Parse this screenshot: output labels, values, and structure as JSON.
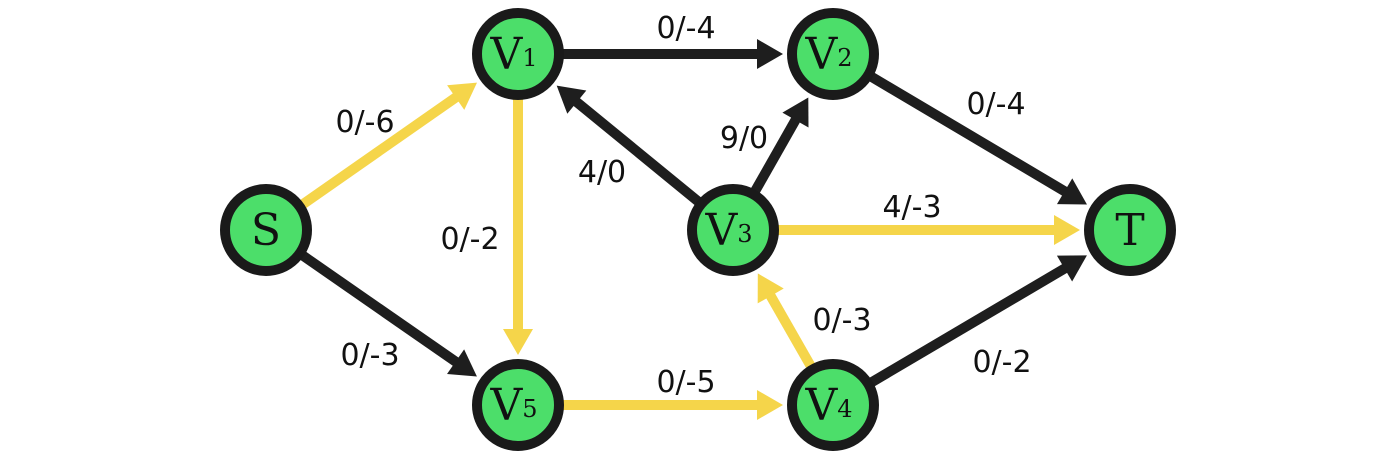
{
  "colors": {
    "node_fill": "#4cde6a",
    "node_stroke": "#1a1a1a",
    "edge_dark": "#1e1e1e",
    "edge_highlight": "#f5d54a"
  },
  "nodes": [
    {
      "id": "S",
      "main": "S",
      "sub": ""
    },
    {
      "id": "V1",
      "main": "V",
      "sub": "1"
    },
    {
      "id": "V2",
      "main": "V",
      "sub": "2"
    },
    {
      "id": "V3",
      "main": "V",
      "sub": "3"
    },
    {
      "id": "V4",
      "main": "V",
      "sub": "4"
    },
    {
      "id": "V5",
      "main": "V",
      "sub": "5"
    },
    {
      "id": "T",
      "main": "T",
      "sub": ""
    }
  ],
  "edges": [
    {
      "from": "S",
      "to": "V1",
      "label": "0/-6",
      "highlight": true
    },
    {
      "from": "S",
      "to": "V5",
      "label": "0/-3",
      "highlight": false
    },
    {
      "from": "V1",
      "to": "V2",
      "label": "0/-4",
      "highlight": false
    },
    {
      "from": "V1",
      "to": "V5",
      "label": "0/-2",
      "highlight": true
    },
    {
      "from": "V3",
      "to": "V1",
      "label": "4/0",
      "highlight": false
    },
    {
      "from": "V3",
      "to": "V2",
      "label": "9/0",
      "highlight": false
    },
    {
      "from": "V2",
      "to": "T",
      "label": "0/-4",
      "highlight": false
    },
    {
      "from": "V3",
      "to": "T",
      "label": "4/-3",
      "highlight": true
    },
    {
      "from": "V4",
      "to": "V3",
      "label": "0/-3",
      "highlight": true
    },
    {
      "from": "V5",
      "to": "V4",
      "label": "0/-5",
      "highlight": true
    },
    {
      "from": "V4",
      "to": "T",
      "label": "0/-2",
      "highlight": false
    }
  ]
}
